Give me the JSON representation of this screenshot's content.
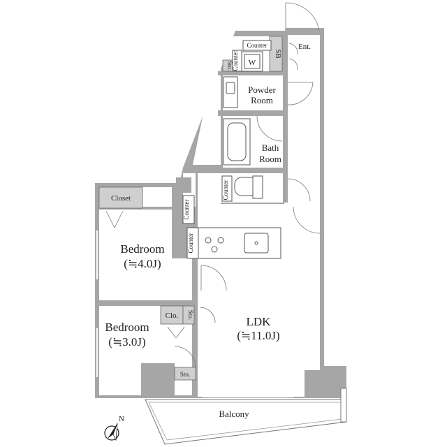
{
  "plan": {
    "rooms": {
      "ldk": {
        "name": "LDK",
        "size": "(≒11.0J)"
      },
      "bedroom1": {
        "name": "Bedroom",
        "size": "(≒4.0J)"
      },
      "bedroom2": {
        "name": "Bedroom",
        "size": "(≒3.0J)"
      },
      "powder": {
        "line1": "Powder",
        "line2": "Room"
      },
      "bath": {
        "line1": "Bath",
        "line2": "Room"
      },
      "balcony": "Balcony",
      "entrance": "Ent."
    },
    "storage": {
      "closet": "Closet",
      "clo": "Clo.",
      "sto_bed2": "Sto.",
      "sto_bottom": "Sto.",
      "sto_top": "Sto.",
      "sb": "SB"
    },
    "fixtures": {
      "counter_top": "Counter",
      "counter_top_v": "Counter",
      "counter_toilet": "Counter",
      "counter_hall": "Counter",
      "counter_kitchen": "Counter",
      "washer": "W"
    },
    "compass": "N"
  }
}
